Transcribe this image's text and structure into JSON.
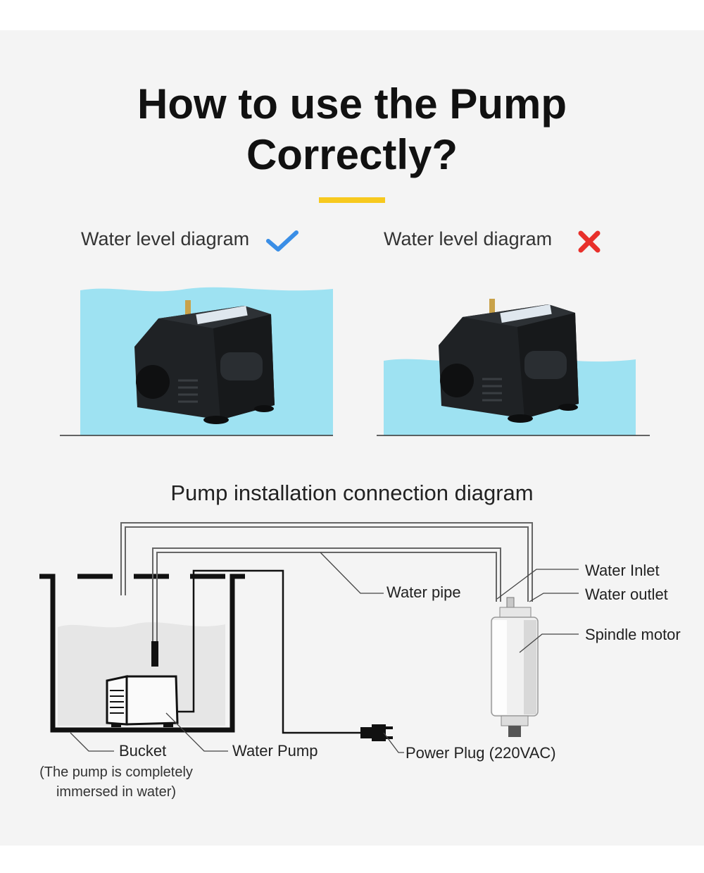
{
  "header": {
    "title_line1": "How to use the Pump",
    "title_line2": "Correctly?"
  },
  "water_levels": [
    {
      "label": "Water level diagram",
      "status_icon": "check-icon",
      "status_color": "#3a8ee6"
    },
    {
      "label": "Water level diagram",
      "status_icon": "cross-icon",
      "status_color": "#e8302b"
    }
  ],
  "installation": {
    "title": "Pump installation connection diagram",
    "labels": {
      "water_pipe": "Water pipe",
      "water_inlet": "Water Inlet",
      "water_outlet": "Water outlet",
      "spindle_motor": "Spindle motor",
      "bucket": "Bucket",
      "water_pump": "Water Pump",
      "power_plug": "Power Plug (220VAC)",
      "note_line1": "(The pump is completely",
      "note_line2": "immersed in water)"
    }
  },
  "colors": {
    "accent": "#f7c91e",
    "water": "#9ee2f2",
    "background": "#f4f4f4"
  }
}
